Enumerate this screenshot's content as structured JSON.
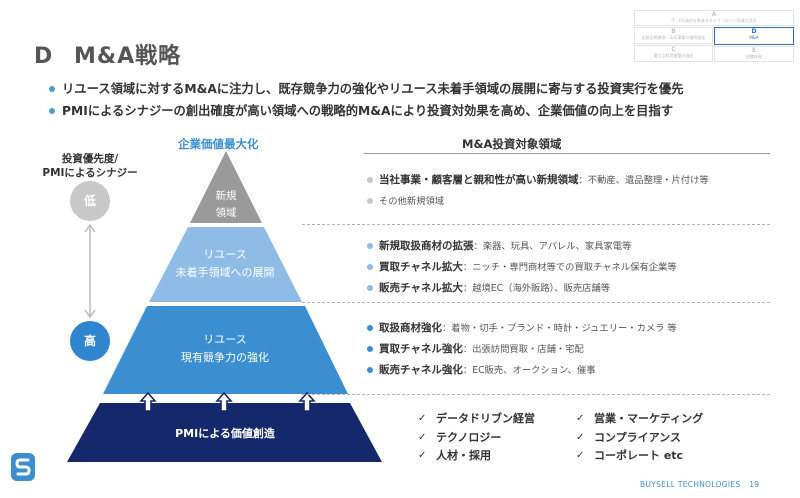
{
  "header": {
    "letter": "D",
    "title": "M&A戦略"
  },
  "mini_map": {
    "a_key": "A",
    "a_text": "IT・DX強化を推進するテクノロジー投資の活用",
    "b_key": "B",
    "b_text": "出張訪問買取・SoE事業の継続強化",
    "c_key": "C",
    "c_text": "優位な経営基盤の強化",
    "d_key": "D",
    "d_text": "M&A",
    "e_key": "E",
    "e_text": "組織体制"
  },
  "bullets": [
    "リユース領域に対するM&Aに注力し、既存競争力の強化やリユース未着手領域の展開に寄与する投資実行を優先",
    "PMIによるシナジーの創出確度が高い領域への戦略的M&Aにより投資対効果を高め、企業価値の向上を目指す"
  ],
  "columns": {
    "left_header": "企業価値最大化",
    "right_header": "M&A投資対象領域"
  },
  "priority": {
    "label_line1": "投資優先度/",
    "label_line2": "PMIによるシナジー",
    "low": "低",
    "high": "高"
  },
  "pyramid": {
    "tier1_line1": "新規",
    "tier1_line2": "領域",
    "tier2_line1": "リユース",
    "tier2_line2": "未着手領域への展開",
    "tier3_line1": "リユース",
    "tier3_line2": "現有競争力の強化",
    "base": "PMIによる価値創造"
  },
  "details": {
    "tier1": [
      {
        "bold": "当社事業・顧客層と親和性が高い新規領域",
        "note": "：不動産、遺品整理・片付け等"
      },
      {
        "bold": "",
        "note": "その他新規領域"
      }
    ],
    "tier2": [
      {
        "bold": "新規取扱商材の拡張",
        "note": "：楽器、玩具、アパレル、家具家電等"
      },
      {
        "bold": "買取チャネル拡大",
        "note": "：ニッチ・専門商材等での買取チャネル保有企業等"
      },
      {
        "bold": "販売チャネル拡大",
        "note": "：越境EC（海外販路）、販売店舗等"
      }
    ],
    "tier3": [
      {
        "bold": "取扱商材強化",
        "note": "：着物・切手・ブランド・時計・ジュエリー・カメラ 等"
      },
      {
        "bold": "買取チャネル強化",
        "note": "：出張訪問買取・店舗・宅配"
      },
      {
        "bold": "販売チャネル強化",
        "note": "：EC販売、オークション、催事"
      }
    ]
  },
  "foundation": {
    "check_symbol": "✓",
    "left": [
      "データドリブン経営",
      "テクノロジー",
      "人材・採用"
    ],
    "right": [
      "営業・マーケティング",
      "コンプライアンス",
      "コーポレート etc"
    ]
  },
  "footer": {
    "company": "BUYSELL TECHNOLOGIES",
    "page": "19"
  },
  "colors": {
    "tier1": "#9a9a9a",
    "tier2": "#8fbce6",
    "tier3": "#3b8fd1",
    "base": "#14286b",
    "accent": "#3b8fd1"
  }
}
